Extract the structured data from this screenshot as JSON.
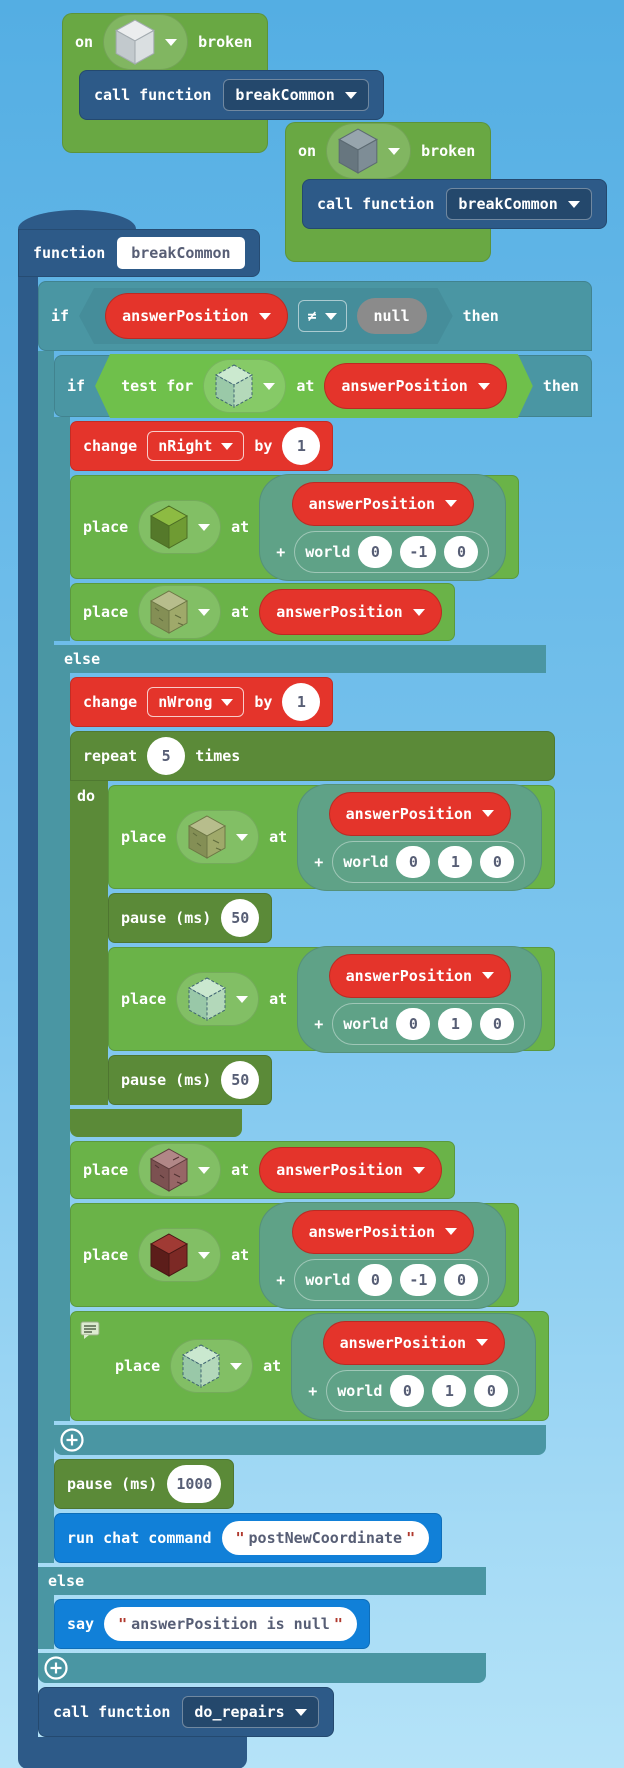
{
  "labels": {
    "on": "on",
    "broken": "broken",
    "call_function": "call function",
    "function": "function",
    "if": "if",
    "then": "then",
    "else": "else",
    "do": "do",
    "test_for": "test for",
    "at": "at",
    "place": "place",
    "change": "change",
    "by": "by",
    "repeat": "repeat",
    "times": "times",
    "pause_ms": "pause (ms)",
    "world": "world",
    "plus": "+",
    "say": "say",
    "run_chat": "run chat command",
    "quote": "\""
  },
  "variables": {
    "answer_position": "answerPosition",
    "n_right": "nRight",
    "n_wrong": "nWrong"
  },
  "functions": {
    "break_common": "breakCommon",
    "do_repairs": "do_repairs"
  },
  "events": [
    {
      "block": "iron block",
      "handler": "breakCommon"
    },
    {
      "block": "stone block",
      "handler": "breakCommon"
    }
  ],
  "condition": {
    "left": "answerPosition",
    "operator": "≠",
    "right": "null"
  },
  "statements": {
    "change_right": {
      "var": "nRight",
      "value": "1"
    },
    "change_wrong": {
      "var": "nWrong",
      "value": "1"
    },
    "repeat": {
      "count": "5"
    },
    "pause_loop_1": {
      "ms": "50"
    },
    "pause_loop_2": {
      "ms": "50"
    },
    "pause_main": {
      "ms": "1000"
    },
    "run_chat": {
      "command": "postNewCoordinate"
    },
    "say": {
      "message": "answerPosition is null"
    },
    "places": {
      "p1": {
        "block": "green block",
        "off_x": "0",
        "off_y": "-1",
        "off_z": "0"
      },
      "p2": {
        "block": "mossy block"
      },
      "p3": {
        "block": "mossy block",
        "off_x": "0",
        "off_y": "1",
        "off_z": "0"
      },
      "p4": {
        "block": "glass block",
        "off_x": "0",
        "off_y": "1",
        "off_z": "0"
      },
      "p5": {
        "block": "brick block"
      },
      "p6": {
        "block": "dark red block",
        "off_x": "0",
        "off_y": "-1",
        "off_z": "0"
      },
      "p7": {
        "block": "glass block",
        "off_x": "0",
        "off_y": "1",
        "off_z": "0",
        "has_comment": true
      }
    }
  },
  "colors": {
    "workspace_top": "#54aee3",
    "workspace_bottom": "#b5e3f8",
    "event_green": "#69a843",
    "block_green": "#6ab348",
    "hex_green": "#6fc04b",
    "logic_teal": "#4a96a3",
    "loops_green": "#5b8a38",
    "variables_red": "#e4342b",
    "player_blue": "#1180d8",
    "functions_navy": "#2d5a88",
    "positions_teal": "#5fa287",
    "null_gray": "#8b8b8b",
    "field_text": "#575e75"
  }
}
